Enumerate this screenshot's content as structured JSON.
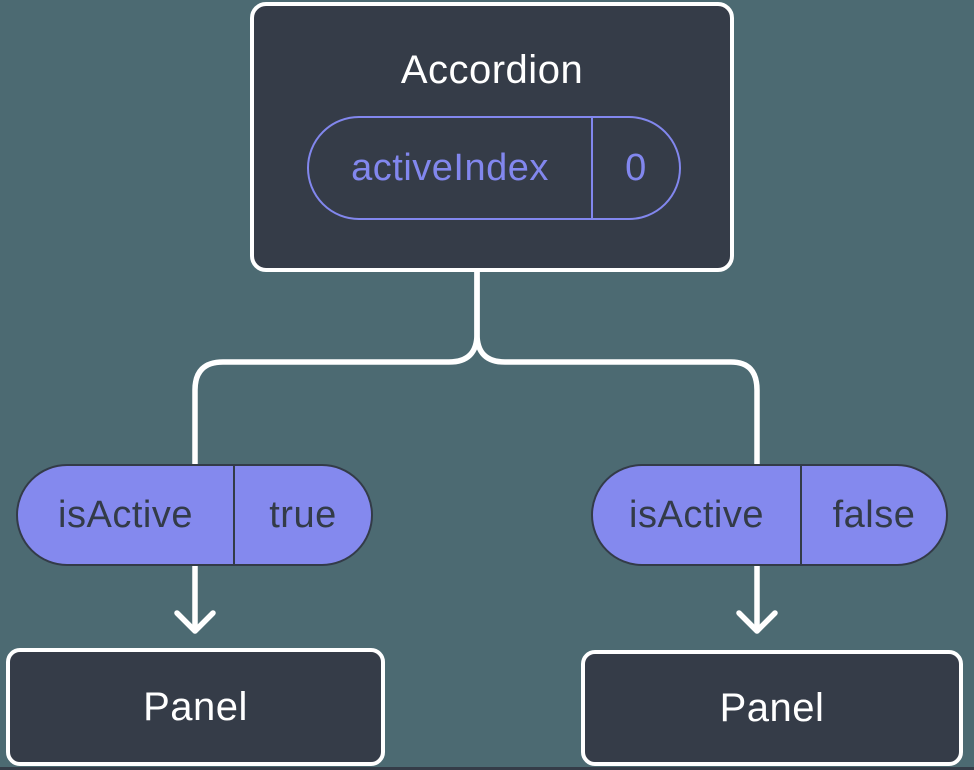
{
  "colors": {
    "background": "#4C6A72",
    "node_fill": "#353C48",
    "node_border": "#FFFFFF",
    "connector": "#FFFFFF",
    "pill_fill": "#8489EE",
    "pill_outline_accent": "#8287EE",
    "pill_dark_text": "#333B48"
  },
  "tree": {
    "root": {
      "title": "Accordion",
      "state": {
        "name": "activeIndex",
        "value": "0"
      }
    },
    "branches": [
      {
        "prop": {
          "name": "isActive",
          "value": "true"
        },
        "child": {
          "title": "Panel"
        }
      },
      {
        "prop": {
          "name": "isActive",
          "value": "false"
        },
        "child": {
          "title": "Panel"
        }
      }
    ]
  }
}
